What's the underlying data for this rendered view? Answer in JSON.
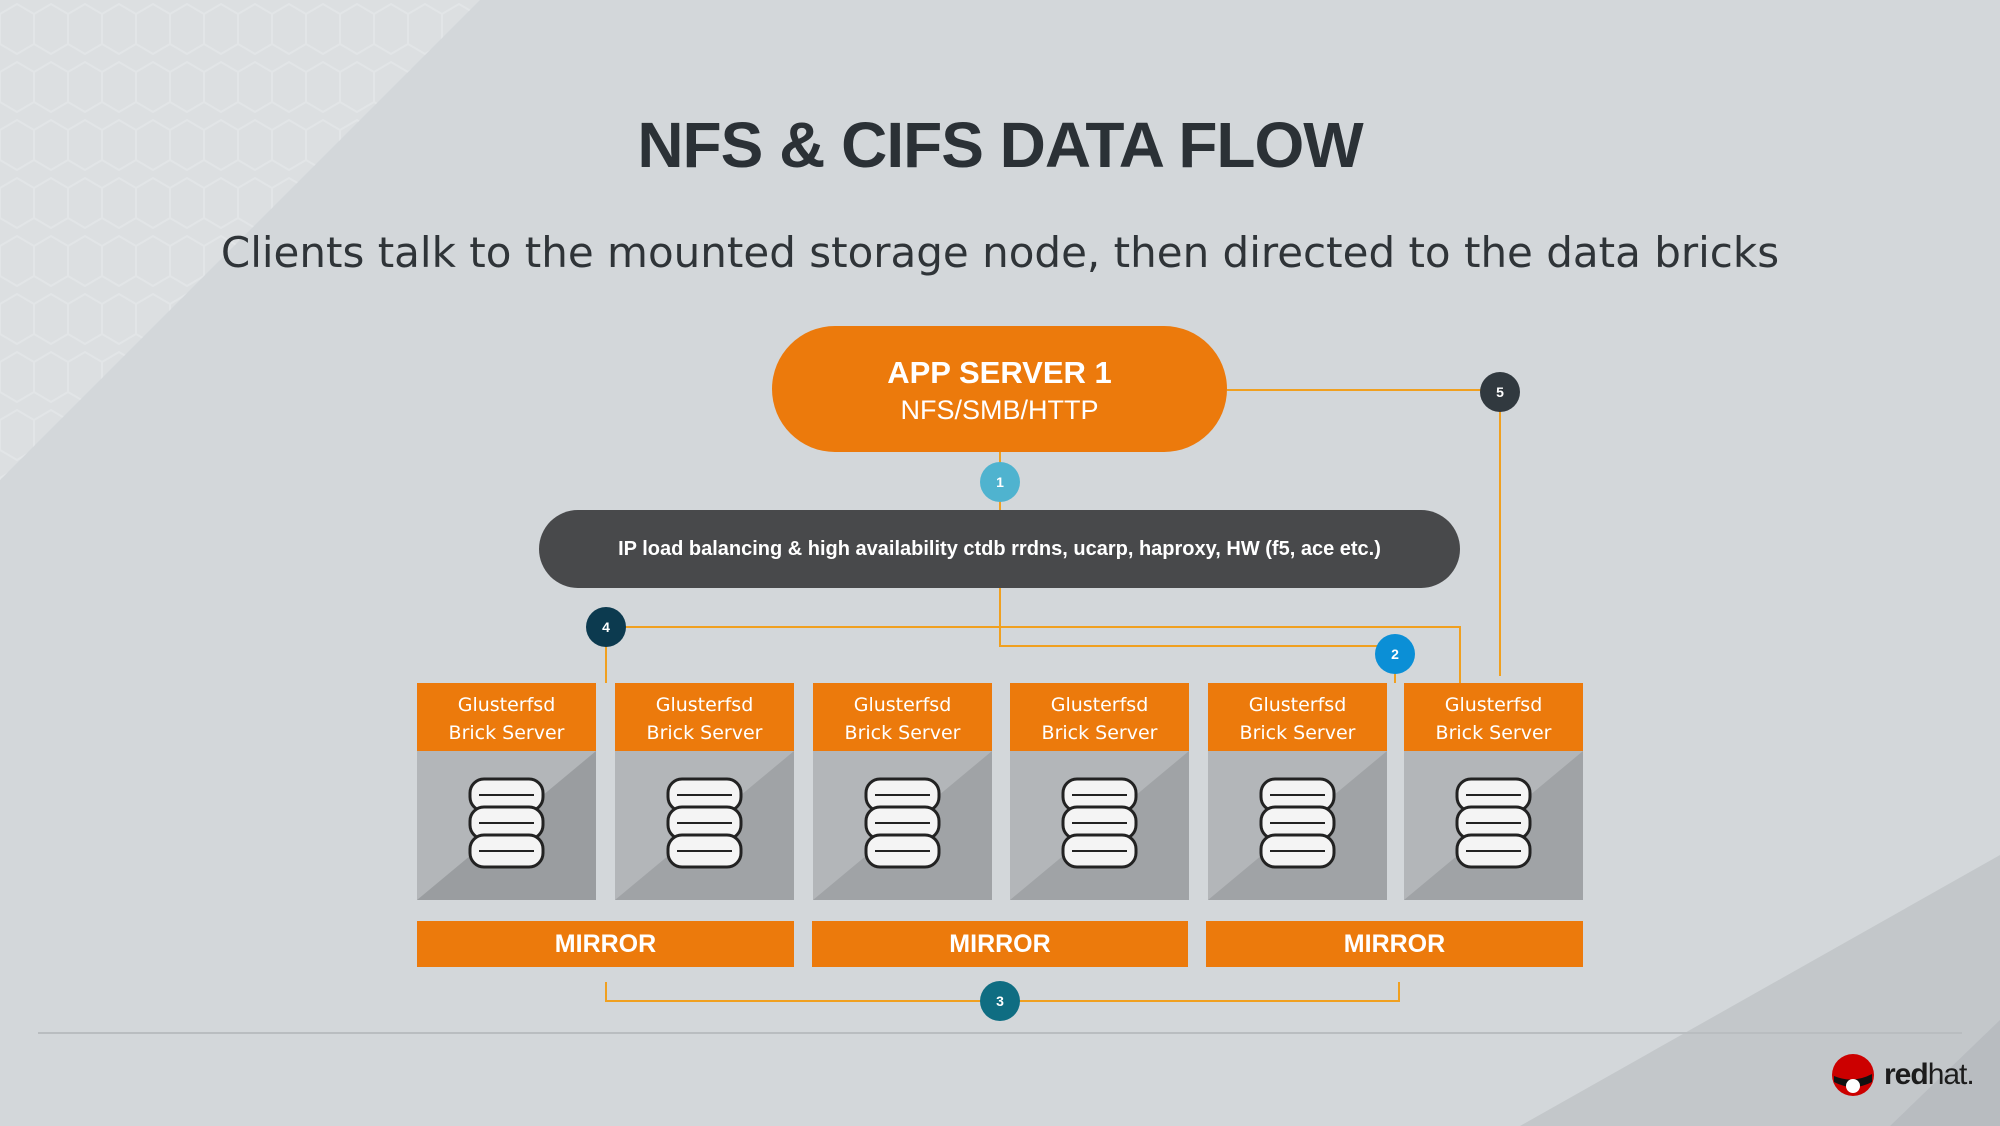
{
  "slide": {
    "title": "NFS & CIFS DATA FLOW",
    "subtitle": "Clients talk to the mounted storage node, then directed to the data bricks"
  },
  "app_server": {
    "name": "APP SERVER 1",
    "protocols": "NFS/SMB/HTTP"
  },
  "load_balancer": {
    "label": "IP load balancing & high availability ctdb rrdns, ucarp, haproxy, HW (f5, ace etc.)"
  },
  "badges": [
    {
      "label": "1",
      "color": "#4fb3cf"
    },
    {
      "label": "2",
      "color": "#0b8fd6"
    },
    {
      "label": "3",
      "color": "#0f6d82"
    },
    {
      "label": "4",
      "color": "#0c3a4f"
    },
    {
      "label": "5",
      "color": "#31393f"
    }
  ],
  "bricks": [
    {
      "line1": "Glusterfsd",
      "line2": "Brick Server"
    },
    {
      "line1": "Glusterfsd",
      "line2": "Brick Server"
    },
    {
      "line1": "Glusterfsd",
      "line2": "Brick Server"
    },
    {
      "line1": "Glusterfsd",
      "line2": "Brick Server"
    },
    {
      "line1": "Glusterfsd",
      "line2": "Brick Server"
    },
    {
      "line1": "Glusterfsd",
      "line2": "Brick Server"
    }
  ],
  "mirrors": [
    "MIRROR",
    "MIRROR",
    "MIRROR"
  ],
  "logo": {
    "bold": "red",
    "light": "hat."
  },
  "colors": {
    "accent": "#ec7a0c",
    "dark": "#48494b",
    "background": "#d3d7da",
    "connector": "#f0a020"
  }
}
